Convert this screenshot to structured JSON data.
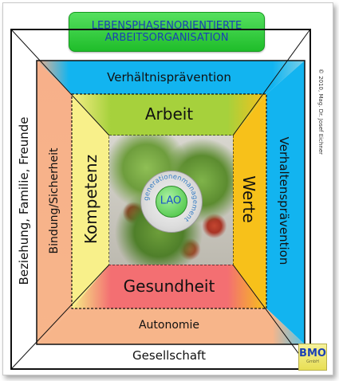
{
  "title": {
    "line1": "LEBENSPHASENORIENTIERTE",
    "line2": "ARBEITSORGANISATION"
  },
  "copyright": "© 2010, Mag. Dr. Josef Eichner",
  "outer_labels": {
    "left": "Beziehung, Familie, Freunde",
    "bottom": "Gesellschaft"
  },
  "middle_ring": {
    "top": "Verhältnisprävention",
    "right": "Verhaltensprävention",
    "bottom": "Autonomie",
    "left": "Bindung/Sicherheit"
  },
  "inner_ring": {
    "top": "Arbeit",
    "right": "Werte",
    "bottom": "Gesundheit",
    "left": "Kompetenz"
  },
  "center": {
    "logo_text": "LAO",
    "ring_text": "generationenmanagement"
  },
  "brand": {
    "logo": "BMO",
    "sub": "GmbH"
  },
  "colors": {
    "blue": "#12b4f0",
    "orange": "#f7b58a",
    "green": "#a6d13c",
    "yellow": "#f8f08a",
    "amber": "#f7c11a",
    "red": "#f36f72",
    "title_green": "#2ecc3a",
    "title_text": "#1a3fb5"
  }
}
